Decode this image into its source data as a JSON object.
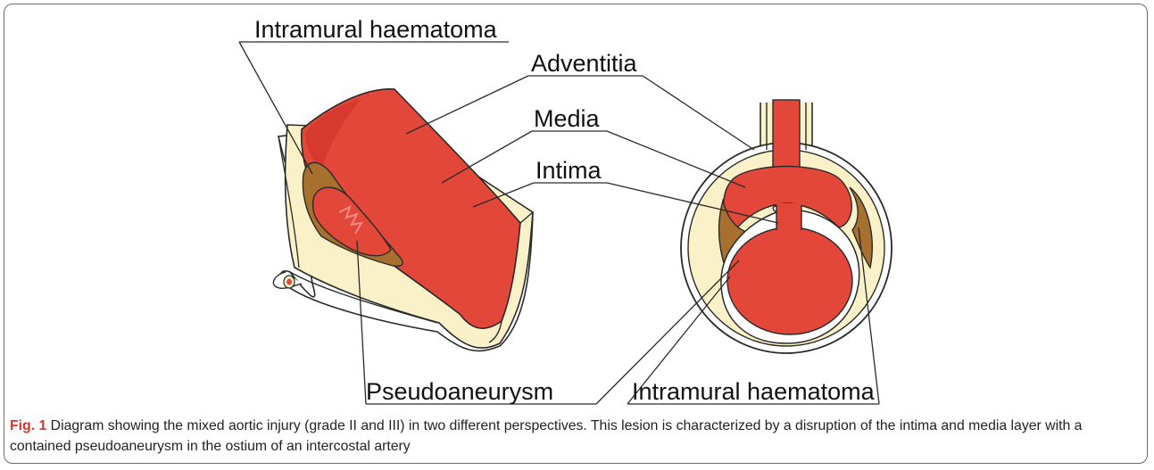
{
  "labels": {
    "intramural_top": "Intramural haematoma",
    "adventitia": "Adventitia",
    "media": "Media",
    "intima": "Intima",
    "pseudoaneurysm": "Pseudoaneurysm",
    "intramural_bottom": "Intramural haematoma"
  },
  "caption": {
    "figure_label": "Fig. 1",
    "text": " Diagram showing the mixed aortic injury (grade II and III) in two different perspectives. This lesion is characterized by a disruption of the intima and media layer with a contained pseudoaneurysm in the ostium of an intercostal artery"
  },
  "colors": {
    "blood": "#e2473a",
    "blood_dark": "#d63a2e",
    "haematoma": "#a8702f",
    "wall": "#fbf1c8",
    "outline": "#2a2a2a",
    "caption_label": "#d8342c"
  }
}
